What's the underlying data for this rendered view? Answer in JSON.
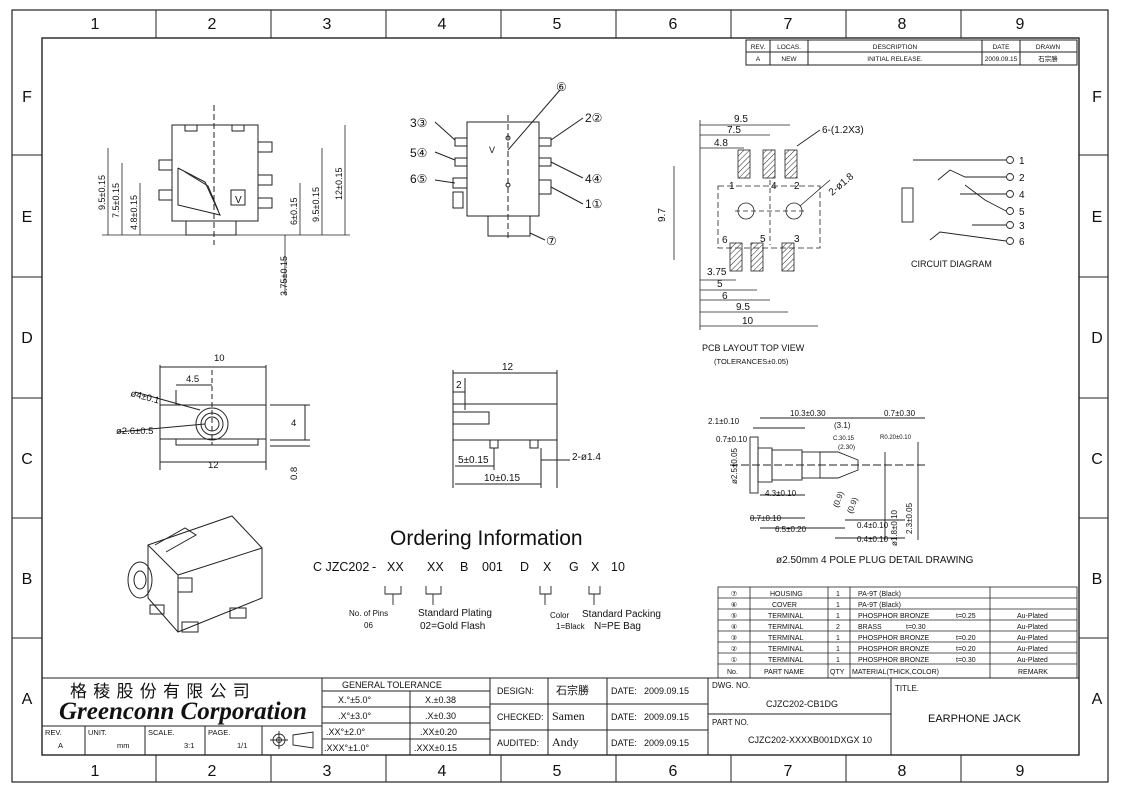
{
  "frame": {
    "cols": [
      "1",
      "2",
      "3",
      "4",
      "5",
      "6",
      "7",
      "8",
      "9"
    ],
    "rows": [
      "F",
      "E",
      "D",
      "C",
      "B",
      "A"
    ]
  },
  "revision": {
    "headers": [
      "REV.",
      "LOCAS.",
      "DESCRIPTION",
      "DATE",
      "DRAWN"
    ],
    "row": [
      "A",
      "NEW",
      "INITIAL RELEASE.",
      "2009.09.15",
      "石宗勝"
    ]
  },
  "views": {
    "side_dims": [
      "9.5±0.15",
      "7.5±0.15",
      "4.8±0.15",
      "6±0.15",
      "9.5±0.15",
      "12±0.15",
      "3.75±0.15"
    ],
    "top_labels": [
      "3③",
      "5④",
      "6⑤",
      "2②",
      "4④",
      "1①",
      "⑥",
      "⑦"
    ],
    "pcb_dims": [
      "9.5",
      "7.5",
      "4.8",
      "6-(1.2X3)",
      "2-ø1.8",
      "9.7",
      "3.75",
      "5",
      "6",
      "9.5",
      "10"
    ],
    "pcb_pins": [
      "1",
      "4",
      "2",
      "6",
      "5",
      "3"
    ],
    "pcb_title": "PCB LAYOUT TOP VIEW",
    "pcb_tol": "(TOLERANCES±0.05)",
    "circuit_pins": [
      "1",
      "2",
      "4",
      "5",
      "3",
      "6"
    ],
    "circuit_title": "CIRCUIT DIAGRAM",
    "front_dims": [
      "10",
      "4.5",
      "ø4±0.1",
      "ø2.6±0.5",
      "4",
      "12",
      "0.8"
    ],
    "bottom_dims": [
      "12",
      "2",
      "5±0.15",
      "2-ø1.4",
      "10±0.15"
    ],
    "plug_dims": [
      "2.1±0.10",
      "0.7±0.10",
      "10.3±0.30",
      "(3.1)",
      "0.7±0.30",
      "C.30.15",
      "(2.30)",
      "R0.20±0.10",
      "ø2.5±0.05",
      "4.3±0.10",
      "0.7±0.10",
      "6.5±0.20",
      "0.4±0.10",
      "0.4±0.10",
      "ø1.8±0.10",
      "2.3±0.05",
      "(0.9)",
      "(0.9)"
    ],
    "plug_title": "ø2.50mm 4 POLE PLUG DETAIL DRAWING"
  },
  "ordering": {
    "title": "Ordering Information",
    "code": [
      "C JZC202",
      "-",
      "XX",
      "XX",
      "B",
      "001",
      "D",
      "X",
      "G",
      "X",
      "10"
    ],
    "pins_label": [
      "No. of Pins",
      "06"
    ],
    "plating_label": [
      "Standard Plating",
      "02=Gold Flash"
    ],
    "color_label": [
      "Color",
      "1=Black"
    ],
    "packing_label": [
      "Standard Packing",
      "N=PE Bag"
    ]
  },
  "bom": {
    "rows": [
      [
        "⑦",
        "HOUSING",
        "1",
        "PA-9T (Black)",
        "",
        ""
      ],
      [
        "⑥",
        "COVER",
        "1",
        "PA-9T (Black)",
        "",
        ""
      ],
      [
        "⑤",
        "TERMINAL",
        "1",
        "PHOSPHOR BRONZE",
        "t=0.25",
        "Au-Plated"
      ],
      [
        "④",
        "TERMINAL",
        "2",
        "BRASS",
        "t=0.30",
        "Au-Plated"
      ],
      [
        "③",
        "TERMINAL",
        "1",
        "PHOSPHOR BRONZE",
        "t=0.20",
        "Au-Plated"
      ],
      [
        "②",
        "TERMINAL",
        "1",
        "PHOSPHOR BRONZE",
        "t=0.20",
        "Au-Plated"
      ],
      [
        "①",
        "TERMINAL",
        "1",
        "PHOSPHOR BRONZE",
        "t=0.30",
        "Au-Plated"
      ]
    ],
    "header": [
      "No.",
      "PART  NAME",
      "QTY",
      "MATERIAL(THICK,COLOR)",
      "REMARK"
    ]
  },
  "title_block": {
    "company_cn": "格 稜 股 份 有 限 公 司",
    "company_en": "Greenconn Corporation",
    "rev_label": "REV.",
    "rev": "A",
    "unit_label": "UNIT.",
    "unit": "mm",
    "scale_label": "SCALE.",
    "scale": "3:1",
    "page_label": "PAGE.",
    "page": "1/1",
    "tol_title": "GENERAL TOLERANCE",
    "tol": [
      [
        "X.°±5.0°",
        "X.±0.38"
      ],
      [
        ".X°±3.0°",
        ".X±0.30"
      ],
      [
        ".XX°±2.0°",
        ".XX±0.20"
      ],
      [
        ".XXX°±1.0°",
        ".XXX±0.15"
      ]
    ],
    "sign": [
      [
        "DESIGN:",
        "石宗勝",
        "DATE:",
        "2009.09.15"
      ],
      [
        "CHECKED:",
        "Samen",
        "DATE:",
        "2009.09.15"
      ],
      [
        "AUDITED:",
        "Andy",
        "DATE:",
        "2009.09.15"
      ]
    ],
    "dwg_label": "DWG. NO.",
    "dwg_no": "CJZC202-CB1DG",
    "part_label": "PART NO.",
    "part_no": "CJZC202-XXXXB001DXGX 10",
    "title_label": "TITLE.",
    "title": "EARPHONE  JACK"
  }
}
